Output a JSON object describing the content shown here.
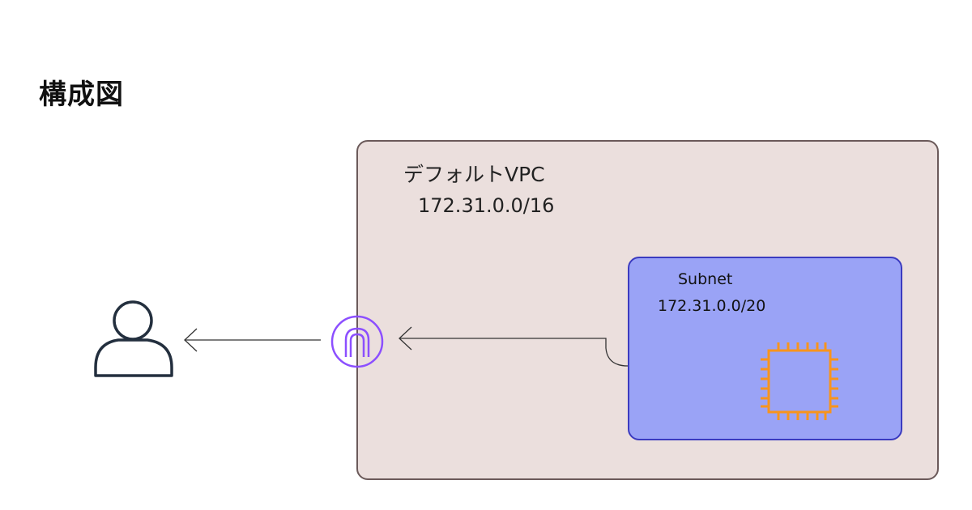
{
  "title": "構成図",
  "vpc": {
    "label": "デフォルトVPC",
    "cidr": "172.31.0.0/16"
  },
  "subnet": {
    "label": "Subnet",
    "cidr": "172.31.0.0/20"
  },
  "icons": {
    "user": "user-icon",
    "gateway": "internet-gateway-icon",
    "instance": "ec2-instance-icon"
  },
  "colors": {
    "vpc_fill": "#ebdfdd",
    "vpc_border": "#6b5a5a",
    "subnet_fill": "#9aa3f6",
    "subnet_border": "#3b3bc0",
    "gateway": "#8c4fff",
    "instance": "#f7941d",
    "user": "#232f3e"
  }
}
